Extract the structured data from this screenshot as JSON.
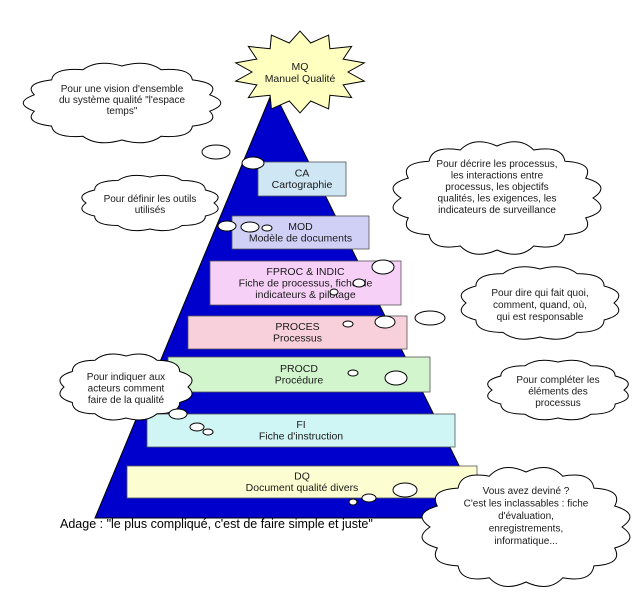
{
  "star": {
    "lines": [
      "MQ",
      "Manuel Qualité"
    ],
    "color": "#ffffc0"
  },
  "pyramid_color": "#0000cc",
  "levels": [
    {
      "lines": [
        "CA",
        "Cartographie"
      ],
      "color": "#cfe6f5"
    },
    {
      "lines": [
        "MOD",
        "Modèle de documents"
      ],
      "color": "#d0d0f7"
    },
    {
      "lines": [
        "FPROC & INDIC",
        "Fiche de processus, fiche de",
        "indicateurs & pilotage"
      ],
      "color": "#f7d0f7"
    },
    {
      "lines": [
        "PROCES",
        "Processus"
      ],
      "color": "#f7d0dc"
    },
    {
      "lines": [
        "PROCD",
        "Procédure"
      ],
      "color": "#d2f5cd"
    },
    {
      "lines": [
        "FI",
        "Fiche d'instruction"
      ],
      "color": "#cff5f5"
    },
    {
      "lines": [
        "DQ",
        "Document qualité divers"
      ],
      "color": "#fdfdd2"
    }
  ],
  "clouds": [
    {
      "lines": [
        "Pour une vision d'ensemble",
        "du système qualité \"l'espace",
        "temps\""
      ]
    },
    {
      "lines": [
        "Pour décrire les processus,",
        "les interactions entre",
        "processus, les objectifs",
        "qualités, les exigences, les",
        "indicateurs de surveillance"
      ]
    },
    {
      "lines": [
        "Pour définir les outils",
        "utilisés"
      ]
    },
    {
      "lines": [
        "Pour dire qui fait quoi,",
        "comment, quand, où,",
        "qui est responsable"
      ]
    },
    {
      "lines": [
        "Pour indiquer aux",
        "acteurs comment",
        "faire de la qualité"
      ]
    },
    {
      "lines": [
        "Pour compléter les",
        "éléments des",
        "processus"
      ]
    },
    {
      "lines": [
        "Vous avez deviné ?",
        "C'est les inclassables : fiche",
        "d'évaluation,",
        "enregistrements,",
        "informatique..."
      ]
    }
  ],
  "adage": "Adage : \"le plus compliqué, c'est de faire simple et juste\""
}
